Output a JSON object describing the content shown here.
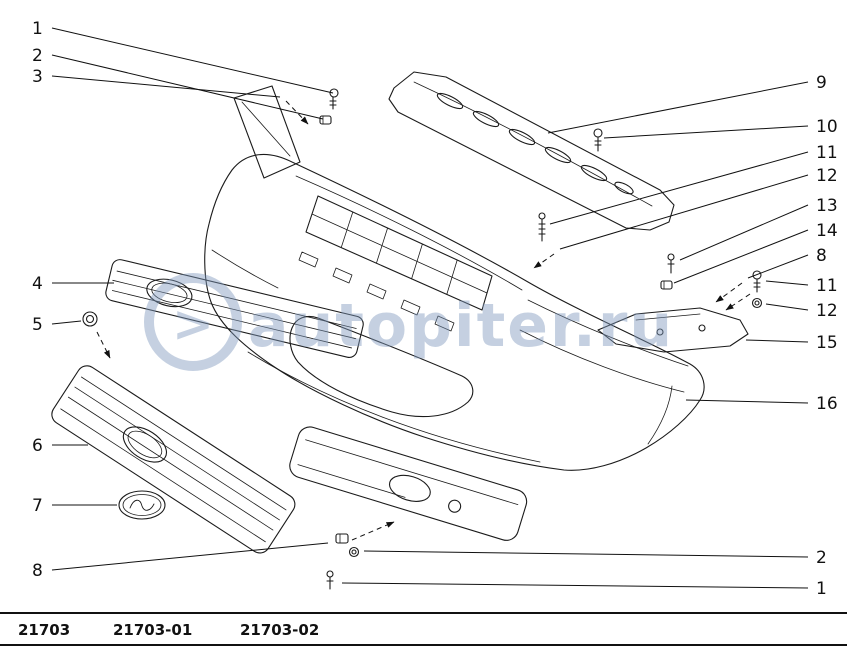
{
  "diagram": {
    "watermark": {
      "logo": ">",
      "text": "autopiter.ru"
    },
    "callouts_left": [
      {
        "label": "1"
      },
      {
        "label": "2"
      },
      {
        "label": "3"
      },
      {
        "label": "4"
      },
      {
        "label": "5"
      },
      {
        "label": "6"
      },
      {
        "label": "7"
      },
      {
        "label": "8"
      }
    ],
    "callouts_right": [
      {
        "label": "9"
      },
      {
        "label": "10"
      },
      {
        "label": "11"
      },
      {
        "label": "12"
      },
      {
        "label": "13"
      },
      {
        "label": "14"
      },
      {
        "label": "8"
      },
      {
        "label": "11"
      },
      {
        "label": "12"
      },
      {
        "label": "15"
      },
      {
        "label": "16"
      },
      {
        "label": "2"
      },
      {
        "label": "1"
      }
    ],
    "footer": {
      "codes": [
        "21703",
        "21703-01",
        "21703-02"
      ]
    }
  }
}
